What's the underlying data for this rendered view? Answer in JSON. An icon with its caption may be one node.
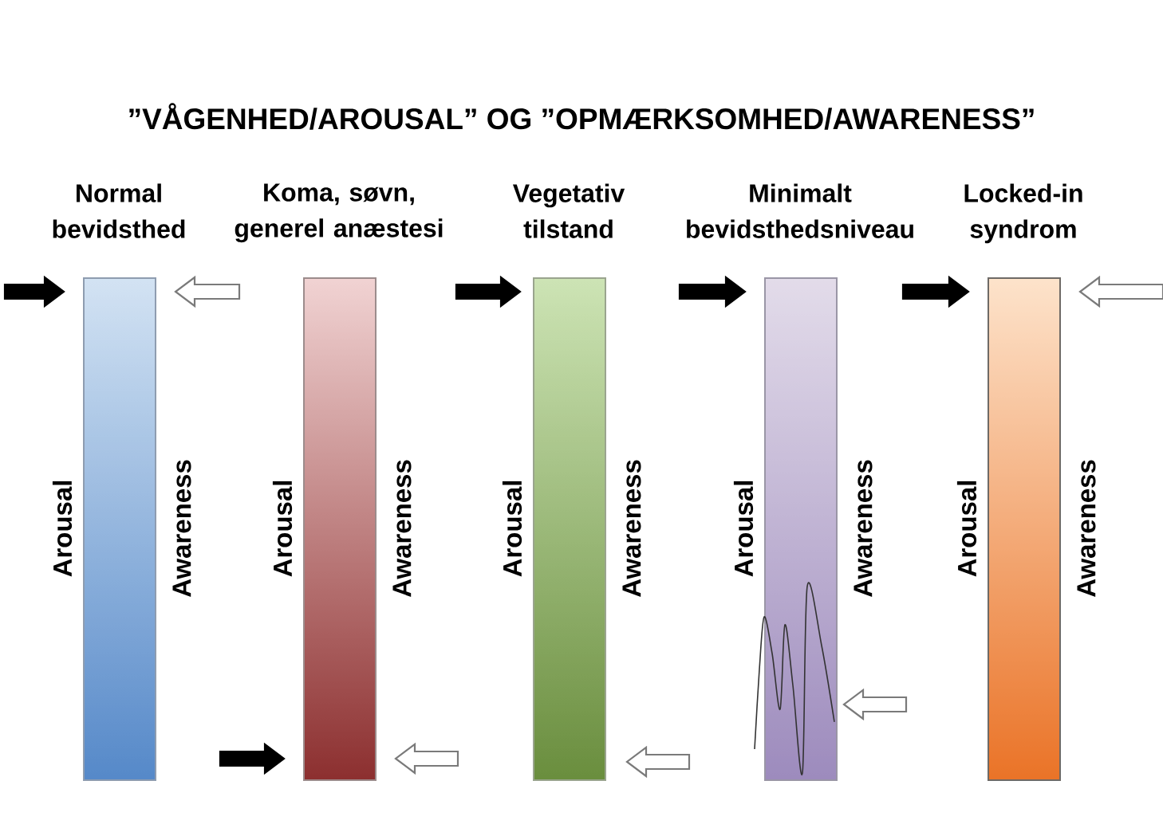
{
  "diagram": {
    "title": "”VÅGENHED/AROUSAL” OG ”OPMÆRKSOMHED/AWARENESS”",
    "nodes": [
      {
        "text": [
          "Normal bevidsthed"
        ],
        "beside": [
          "Arousal",
          "Awareness"
        ]
      },
      {
        "text": [
          "Koma, søvn, generel anæstesi"
        ],
        "beside": [
          "Arousal",
          "Awareness"
        ]
      },
      {
        "text": [
          "Vegetativ tilstand"
        ],
        "beside": [
          "Arousal",
          "Awareness"
        ]
      },
      {
        "text": [
          "Minimalt bevidsthedsniveau"
        ],
        "beside": [
          "Arousal",
          "Awareness"
        ]
      },
      {
        "text": [
          "Locked-in syndrom"
        ],
        "beside": [
          "Arousal",
          "Awareness"
        ]
      }
    ],
    "edges": [
      {
        "from": null,
        "to": 0,
        "arrow": "to",
        "color": "#000000"
      },
      {
        "from": null,
        "to": 0,
        "arrow": "to",
        "color": "#ffffff"
      },
      {
        "from": null,
        "to": 1,
        "arrow": "to",
        "color": "#000000"
      },
      {
        "from": null,
        "to": 1,
        "arrow": "to",
        "color": "#ffffff"
      },
      {
        "from": null,
        "to": 2,
        "arrow": "to",
        "color": "#000000"
      },
      {
        "from": null,
        "to": 2,
        "arrow": "to",
        "color": "#ffffff"
      },
      {
        "from": null,
        "to": 3,
        "arrow": "to",
        "color": "#000000"
      },
      {
        "from": null,
        "to": 3,
        "arrow": "to",
        "color": "#ffffff"
      },
      {
        "from": null,
        "to": 4,
        "arrow": "to",
        "color": "#000000"
      },
      {
        "from": null,
        "to": 4,
        "arrow": "to",
        "color": "#ffffff"
      }
    ]
  }
}
